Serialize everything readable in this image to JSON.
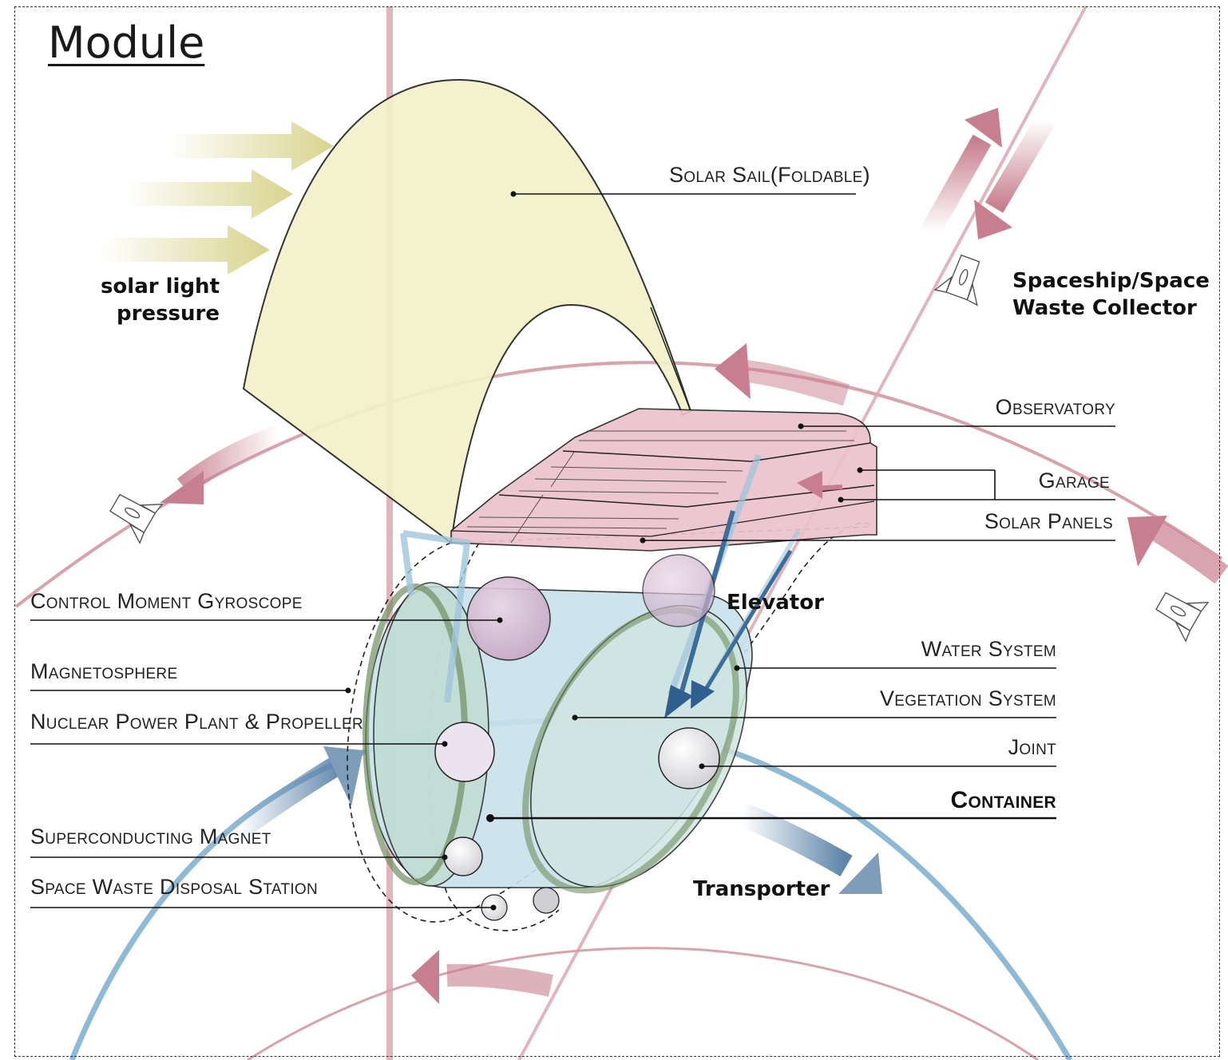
{
  "title": "Module",
  "labels": {
    "solar_light_pressure_line1": "solar light",
    "solar_light_pressure_line2": "pressure",
    "spaceship_line1": "Spaceship/Space",
    "spaceship_line2": "Waste Collector",
    "elevator": "Elevator",
    "transporter": "Transporter"
  },
  "callouts": {
    "solar_sail": "Solar Sail(Foldable)",
    "observatory": "Observatory",
    "garage": "Garage",
    "solar_panels": "Solar Panels",
    "control_moment_gyroscope": "Control Moment Gyroscope",
    "magnetosphere": "Magnetosphere",
    "nuclear_power_plant": "Nuclear Power Plant & Propeller",
    "superconducting_magnet": "Superconducting Magnet",
    "space_waste_disposal": "Space Waste Disposal Station",
    "water_system": "Water System",
    "vegetation_system": "Vegetation System",
    "joint": "Joint",
    "container": "Container"
  },
  "colors": {
    "orbit_pink": "#d9a3ad",
    "arrow_pink": "#c77e8e",
    "orbit_blue": "#8fbad6",
    "arrow_blue": "#5b82a8",
    "sail_fill": "#f3f1c9",
    "solar_arrow": "#d9d48e",
    "module_pink": "#ebc3cb",
    "cylinder_blue": "#c9e2ec",
    "sphere_purple": "#d8bfd8"
  }
}
